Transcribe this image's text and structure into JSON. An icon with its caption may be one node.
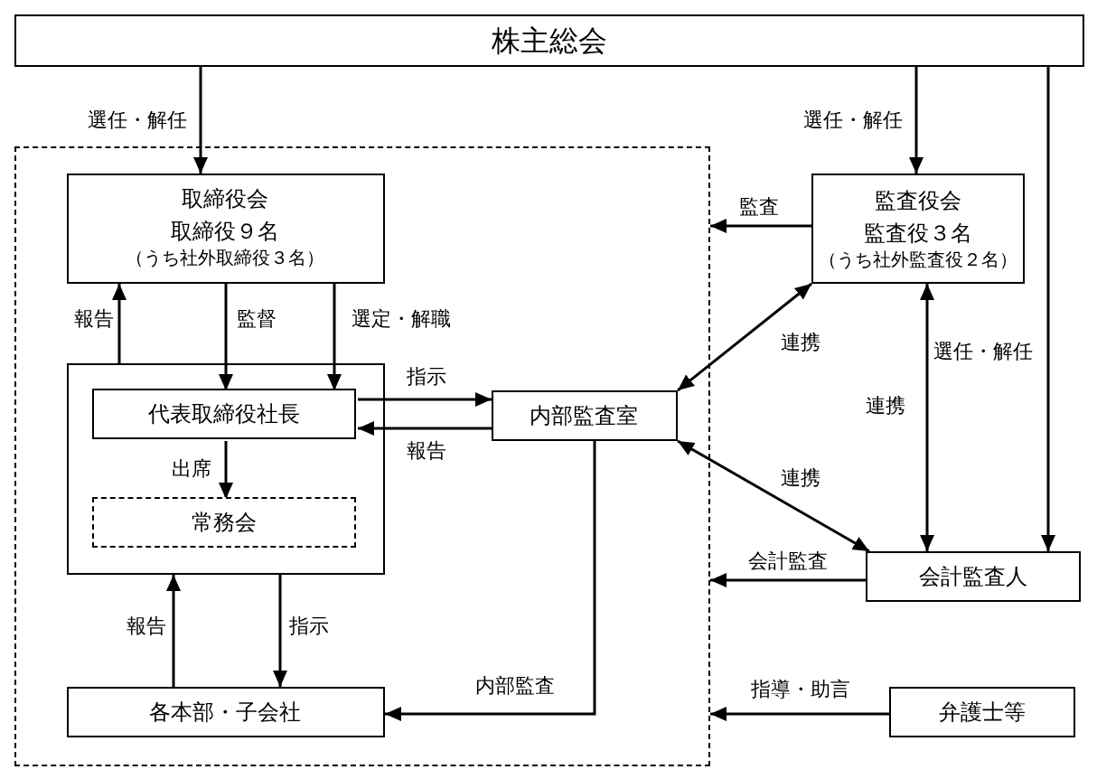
{
  "diagram": {
    "nodes": [
      {
        "text": [
          "株主総会"
        ]
      },
      {
        "text": [],
        "shape": "box"
      },
      {
        "text": [
          "取締役会",
          "取締役９名",
          "（うち社外取締役３名）"
        ],
        "in": 1
      },
      {
        "text": [
          "監査役会",
          "監査役３名",
          "（うち社外監査役２名）"
        ]
      },
      {
        "text": [],
        "shape": "box",
        "in": 1
      },
      {
        "text": [
          "代表取締役社長"
        ],
        "in": 4
      },
      {
        "text": [
          "内部監査室"
        ],
        "in": 1
      },
      {
        "text": [
          "常務会"
        ],
        "in": 4
      },
      {
        "text": [
          "会計監査人"
        ]
      },
      {
        "text": [
          "各本部・子会社"
        ],
        "in": 1
      },
      {
        "text": [
          "弁護士等"
        ]
      }
    ],
    "edges": [
      {
        "from": 0,
        "to": 2,
        "arrow": "to",
        "label": "選任・解任"
      },
      {
        "from": 0,
        "to": 3,
        "arrow": "to",
        "label": "選任・解任"
      },
      {
        "from": 0,
        "to": 8,
        "arrow": "to",
        "label": "選任・解任"
      },
      {
        "from": 3,
        "to": 1,
        "arrow": "to",
        "label": "監査"
      },
      {
        "from": 2,
        "to": 5,
        "arrow": "to",
        "label": "監督"
      },
      {
        "from": 2,
        "to": 5,
        "arrow": "to",
        "label": "選定・解職"
      },
      {
        "from": 4,
        "to": 2,
        "arrow": "to",
        "label": "報告"
      },
      {
        "from": 5,
        "to": 6,
        "arrow": "to",
        "label": "指示"
      },
      {
        "from": 6,
        "to": 5,
        "arrow": "to",
        "label": "報告"
      },
      {
        "from": 5,
        "to": 7,
        "arrow": "to",
        "label": "出席"
      },
      {
        "from": 3,
        "to": 6,
        "arrow": "both",
        "label": "連携"
      },
      {
        "from": 6,
        "to": 8,
        "arrow": "both",
        "label": "連携"
      },
      {
        "from": 3,
        "to": 8,
        "arrow": "both",
        "label": "連携"
      },
      {
        "from": 8,
        "to": 1,
        "arrow": "to",
        "label": "会計監査"
      },
      {
        "from": 4,
        "to": 9,
        "arrow": "to",
        "label": "指示"
      },
      {
        "from": 9,
        "to": 4,
        "arrow": "to",
        "label": "報告"
      },
      {
        "from": 6,
        "to": 9,
        "arrow": "to",
        "label": "内部監査"
      },
      {
        "from": 10,
        "to": 1,
        "arrow": "to",
        "label": "指導・助言"
      }
    ]
  }
}
